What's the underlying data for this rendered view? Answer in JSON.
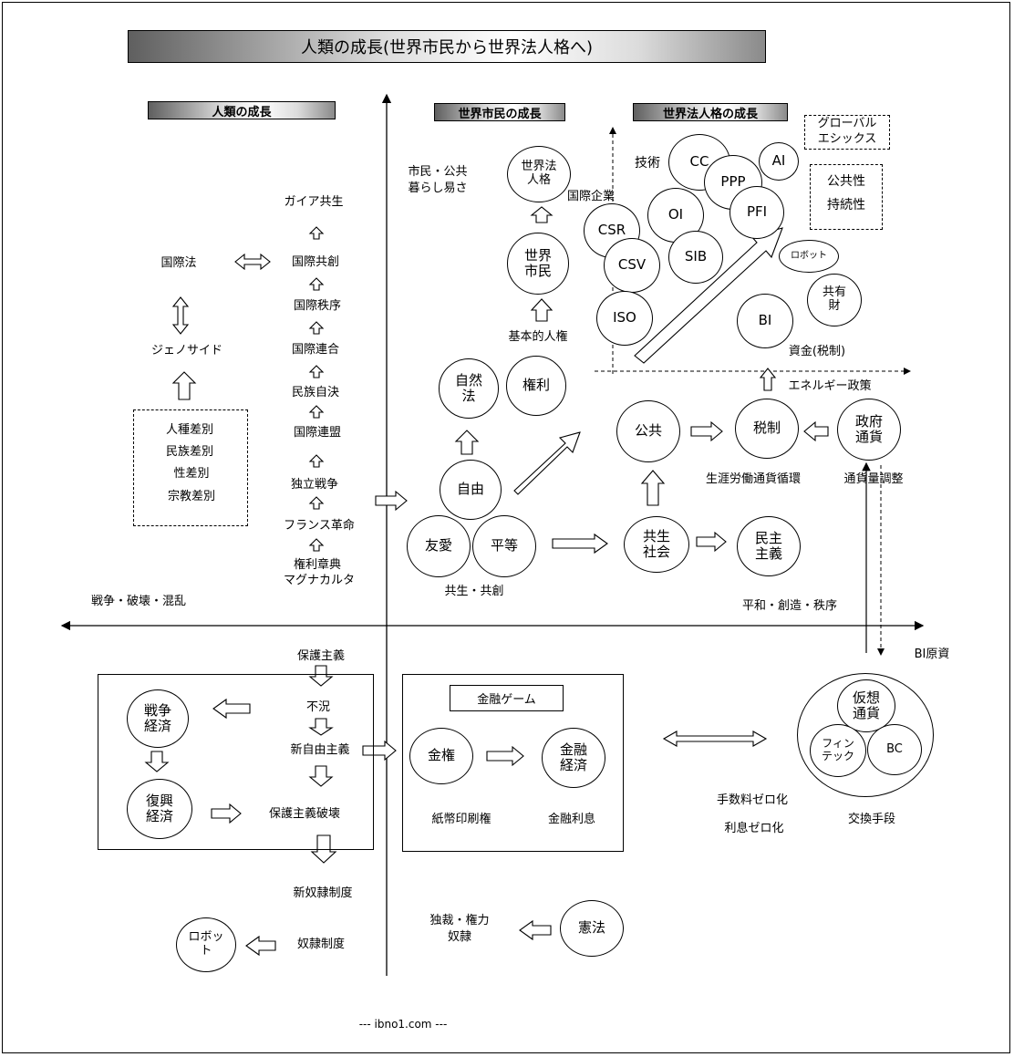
{
  "title": "人類の成長(世界市民から世界法人格へ)",
  "sections": {
    "humanity": "人類の成長",
    "citizen": "世界市民の成長",
    "legal": "世界法人格の成長"
  },
  "left": {
    "ladder": [
      "ガイア共生",
      "国際共創",
      "国際秩序",
      "国際連合",
      "民族自決",
      "国際連盟",
      "独立戦争",
      "フランス革命"
    ],
    "rights": "権利章典",
    "magna": "マグナカルタ",
    "intl_law": "国際法",
    "genocide": "ジェノサイド",
    "discrim": [
      "人種差別",
      "民族差別",
      "性差別",
      "宗教差別"
    ],
    "war": "戦争・破壊・混乱"
  },
  "middle": {
    "citizen_public": "市民・公共",
    "livability": "暮らし易さ",
    "world_legal": "世界法\n人格",
    "world_citizen": "世界\n市民",
    "intl_company": "国際企業",
    "human_rights": "基本的人権",
    "natural_law": "自然\n法",
    "rights": "権利",
    "freedom": "自由",
    "fraternity": "友愛",
    "equality": "平等",
    "coexist": "共生・共創"
  },
  "right": {
    "global_ethics": "グローバル\nエシックス",
    "public_sust": "公共性\n持続性",
    "tech": "技術",
    "circles": [
      "CC",
      "PPP",
      "AI",
      "PFI",
      "OI",
      "CSR",
      "CSV",
      "SIB",
      "ISO",
      "BI"
    ],
    "robot": "ロボット",
    "shared": "共有\n財",
    "funds": "資金(税制)",
    "energy": "エネルギー政策",
    "public": "公共",
    "tax": "税制",
    "gov_currency": "政府\n通貨",
    "lifetime": "生涯労働通貨循環",
    "money_supply": "通貨量調整",
    "symbiosis": "共生\n社会",
    "democracy": "民主\n主義",
    "peace": "平和・創造・秩序",
    "bi_source": "BI原資"
  },
  "bottom_left": {
    "protection": "保護主義",
    "recession": "不況",
    "neolib": "新自由主義",
    "war_econ": "戦争\n経済",
    "recovery": "復興\n経済",
    "protect_break": "保護主義破壊",
    "new_slavery": "新奴隷制度",
    "slavery": "奴隷制度",
    "robot": "ロボッ\nト"
  },
  "bottom_mid": {
    "game": "金融ゲーム",
    "money_power": "金権",
    "fin_econ": "金融\n経済",
    "printing": "紙幣印刷権",
    "fin_interest": "金融利息",
    "dictator": "独裁・権力",
    "slave": "奴隷",
    "constitution": "憲法"
  },
  "bottom_right": {
    "zero_fee": "手数料ゼロ化",
    "zero_interest": "利息ゼロ化",
    "virtual": "仮想\n通貨",
    "fintech": "フィン\nテック",
    "bc": "BC",
    "exchange": "交換手段"
  },
  "footer": "--- ibno1.com ---"
}
